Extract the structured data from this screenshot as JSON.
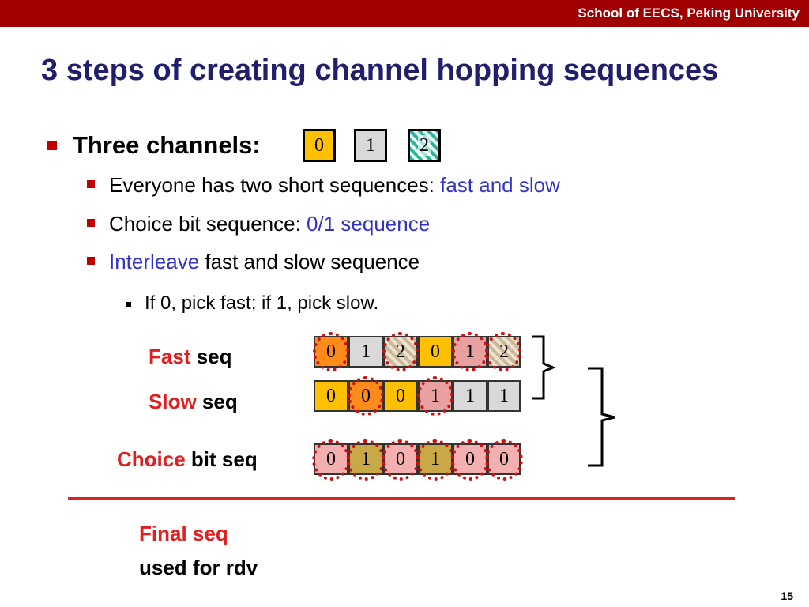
{
  "header": {
    "org": "School of EECS, Peking University"
  },
  "title": "3 steps of creating channel hopping sequences",
  "bullets": {
    "main": "Three channels:",
    "sub1_pre": "Everyone has two short sequences: ",
    "sub1_hl": "fast and slow",
    "sub2_pre": "Choice bit sequence: ",
    "sub2_hl": "0/1 sequence",
    "sub3_hl": "Interleave",
    "sub3_post": " fast and slow sequence",
    "sub4": "If 0, pick fast; if 1, pick slow."
  },
  "channels": [
    {
      "label": "0",
      "color": "#ffc000"
    },
    {
      "label": "1",
      "color": "#d9d9d9"
    },
    {
      "label": "2",
      "pattern": "hatch-cyan"
    }
  ],
  "rows": {
    "fast_red": "Fast",
    "fast_black": " seq",
    "slow_red": "Slow",
    "slow_black": " seq",
    "choice_red": "Choice",
    "choice_black": " bit seq"
  },
  "fast_seq": [
    "0",
    "1",
    "2",
    "0",
    "1",
    "2"
  ],
  "slow_seq": [
    "0",
    "0",
    "0",
    "1",
    "1",
    "1"
  ],
  "choice_seq": [
    "0",
    "1",
    "0",
    "1",
    "0",
    "0"
  ],
  "final": {
    "label": "Final seq",
    "sub": "used for rdv"
  },
  "page_number": "15"
}
